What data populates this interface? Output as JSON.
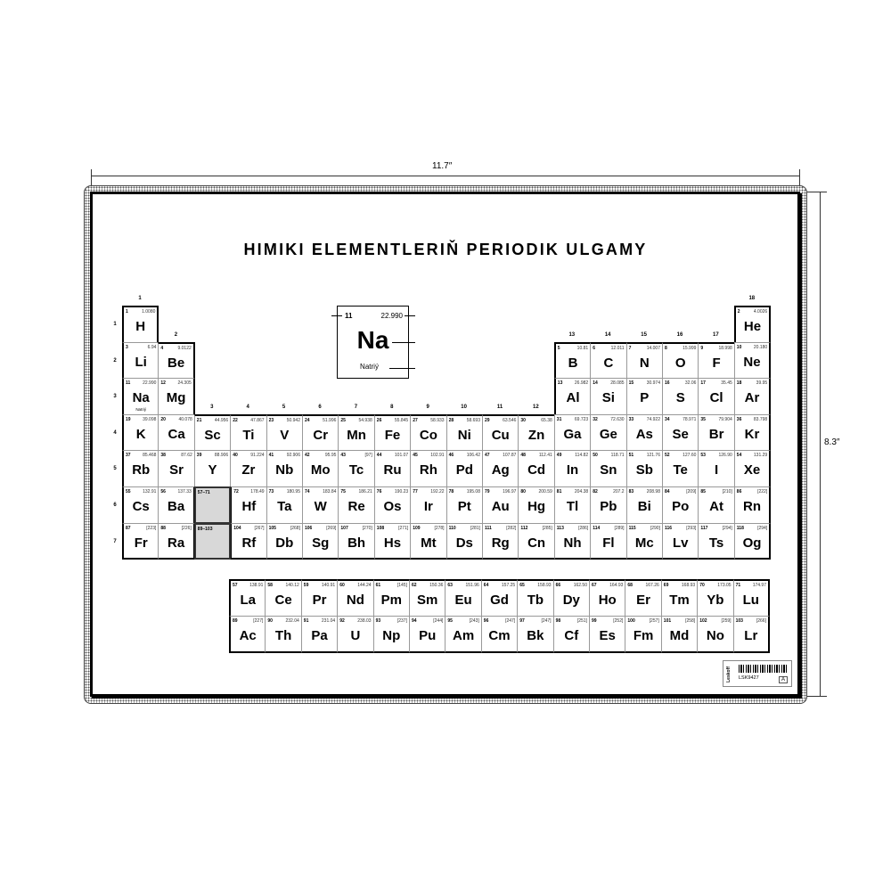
{
  "dimensions": {
    "width": "11.7″",
    "height": "8.3″"
  },
  "title": "HIMIKI ELEMENTLERIŇ PERIODIK ULGAMY",
  "legend": {
    "number": "11",
    "mass": "22.990",
    "symbol": "Na",
    "name": "Natriý"
  },
  "groups": [
    "1",
    "2",
    "3",
    "4",
    "5",
    "6",
    "7",
    "8",
    "9",
    "10",
    "11",
    "12",
    "13",
    "14",
    "15",
    "16",
    "17",
    "18"
  ],
  "periods": [
    "1",
    "2",
    "3",
    "4",
    "5",
    "6",
    "7"
  ],
  "placeholders": [
    {
      "label": "57–71",
      "period": 6,
      "group": 3
    },
    {
      "label": "89–103",
      "period": 7,
      "group": 3
    }
  ],
  "elements": [
    [
      1,
      "H",
      "1.0080",
      1,
      1
    ],
    [
      2,
      "He",
      "4.0026",
      1,
      18
    ],
    [
      3,
      "Li",
      "6.94",
      2,
      1
    ],
    [
      4,
      "Be",
      "9.0122",
      2,
      2
    ],
    [
      5,
      "B",
      "10.81",
      2,
      13
    ],
    [
      6,
      "C",
      "12.011",
      2,
      14
    ],
    [
      7,
      "N",
      "14.007",
      2,
      15
    ],
    [
      8,
      "O",
      "15.999",
      2,
      16
    ],
    [
      9,
      "F",
      "18.998",
      2,
      17
    ],
    [
      10,
      "Ne",
      "20.180",
      2,
      18
    ],
    [
      11,
      "Na",
      "22.990",
      3,
      1,
      "Natriý"
    ],
    [
      12,
      "Mg",
      "24.305",
      3,
      2
    ],
    [
      13,
      "Al",
      "26.982",
      3,
      13
    ],
    [
      14,
      "Si",
      "28.085",
      3,
      14
    ],
    [
      15,
      "P",
      "30.974",
      3,
      15
    ],
    [
      16,
      "S",
      "32.06",
      3,
      16
    ],
    [
      17,
      "Cl",
      "35.45",
      3,
      17
    ],
    [
      18,
      "Ar",
      "39.95",
      3,
      18
    ],
    [
      19,
      "K",
      "39.098",
      4,
      1
    ],
    [
      20,
      "Ca",
      "40.078",
      4,
      2
    ],
    [
      21,
      "Sc",
      "44.956",
      4,
      3
    ],
    [
      22,
      "Ti",
      "47.867",
      4,
      4
    ],
    [
      23,
      "V",
      "50.942",
      4,
      5
    ],
    [
      24,
      "Cr",
      "51.996",
      4,
      6
    ],
    [
      25,
      "Mn",
      "54.938",
      4,
      7
    ],
    [
      26,
      "Fe",
      "55.845",
      4,
      8
    ],
    [
      27,
      "Co",
      "58.933",
      4,
      9
    ],
    [
      28,
      "Ni",
      "58.693",
      4,
      10
    ],
    [
      29,
      "Cu",
      "63.546",
      4,
      11
    ],
    [
      30,
      "Zn",
      "65.38",
      4,
      12
    ],
    [
      31,
      "Ga",
      "69.723",
      4,
      13
    ],
    [
      32,
      "Ge",
      "72.630",
      4,
      14
    ],
    [
      33,
      "As",
      "74.922",
      4,
      15
    ],
    [
      34,
      "Se",
      "78.971",
      4,
      16
    ],
    [
      35,
      "Br",
      "79.904",
      4,
      17
    ],
    [
      36,
      "Kr",
      "83.798",
      4,
      18
    ],
    [
      37,
      "Rb",
      "85.468",
      5,
      1
    ],
    [
      38,
      "Sr",
      "87.62",
      5,
      2
    ],
    [
      39,
      "Y",
      "88.906",
      5,
      3
    ],
    [
      40,
      "Zr",
      "91.224",
      5,
      4
    ],
    [
      41,
      "Nb",
      "92.906",
      5,
      5
    ],
    [
      42,
      "Mo",
      "95.95",
      5,
      6
    ],
    [
      43,
      "Tc",
      "[97]",
      5,
      7
    ],
    [
      44,
      "Ru",
      "101.07",
      5,
      8
    ],
    [
      45,
      "Rh",
      "102.91",
      5,
      9
    ],
    [
      46,
      "Pd",
      "106.42",
      5,
      10
    ],
    [
      47,
      "Ag",
      "107.87",
      5,
      11
    ],
    [
      48,
      "Cd",
      "112.41",
      5,
      12
    ],
    [
      49,
      "In",
      "114.82",
      5,
      13
    ],
    [
      50,
      "Sn",
      "118.71",
      5,
      14
    ],
    [
      51,
      "Sb",
      "121.76",
      5,
      15
    ],
    [
      52,
      "Te",
      "127.60",
      5,
      16
    ],
    [
      53,
      "I",
      "126.90",
      5,
      17
    ],
    [
      54,
      "Xe",
      "131.29",
      5,
      18
    ],
    [
      55,
      "Cs",
      "132.91",
      6,
      1
    ],
    [
      56,
      "Ba",
      "137.33",
      6,
      2
    ],
    [
      72,
      "Hf",
      "178.49",
      6,
      4
    ],
    [
      73,
      "Ta",
      "180.95",
      6,
      5
    ],
    [
      74,
      "W",
      "183.84",
      6,
      6
    ],
    [
      75,
      "Re",
      "186.21",
      6,
      7
    ],
    [
      76,
      "Os",
      "190.23",
      6,
      8
    ],
    [
      77,
      "Ir",
      "192.22",
      6,
      9
    ],
    [
      78,
      "Pt",
      "195.08",
      6,
      10
    ],
    [
      79,
      "Au",
      "196.97",
      6,
      11
    ],
    [
      80,
      "Hg",
      "200.59",
      6,
      12
    ],
    [
      81,
      "Tl",
      "204.38",
      6,
      13
    ],
    [
      82,
      "Pb",
      "207.2",
      6,
      14
    ],
    [
      83,
      "Bi",
      "208.98",
      6,
      15
    ],
    [
      84,
      "Po",
      "[209]",
      6,
      16
    ],
    [
      85,
      "At",
      "[210]",
      6,
      17
    ],
    [
      86,
      "Rn",
      "[222]",
      6,
      18
    ],
    [
      87,
      "Fr",
      "[223]",
      7,
      1
    ],
    [
      88,
      "Ra",
      "[226]",
      7,
      2
    ],
    [
      104,
      "Rf",
      "[267]",
      7,
      4
    ],
    [
      105,
      "Db",
      "[268]",
      7,
      5
    ],
    [
      106,
      "Sg",
      "[269]",
      7,
      6
    ],
    [
      107,
      "Bh",
      "[270]",
      7,
      7
    ],
    [
      108,
      "Hs",
      "[271]",
      7,
      8
    ],
    [
      109,
      "Mt",
      "[278]",
      7,
      9
    ],
    [
      110,
      "Ds",
      "[281]",
      7,
      10
    ],
    [
      111,
      "Rg",
      "[282]",
      7,
      11
    ],
    [
      112,
      "Cn",
      "[285]",
      7,
      12
    ],
    [
      113,
      "Nh",
      "[286]",
      7,
      13
    ],
    [
      114,
      "Fl",
      "[289]",
      7,
      14
    ],
    [
      115,
      "Mc",
      "[290]",
      7,
      15
    ],
    [
      116,
      "Lv",
      "[293]",
      7,
      16
    ],
    [
      117,
      "Ts",
      "[294]",
      7,
      17
    ],
    [
      118,
      "Og",
      "[294]",
      7,
      18
    ]
  ],
  "lanthanides": [
    [
      57,
      "La",
      "138.91"
    ],
    [
      58,
      "Ce",
      "140.12"
    ],
    [
      59,
      "Pr",
      "140.91"
    ],
    [
      60,
      "Nd",
      "144.24"
    ],
    [
      61,
      "Pm",
      "[145]"
    ],
    [
      62,
      "Sm",
      "150.36"
    ],
    [
      63,
      "Eu",
      "151.96"
    ],
    [
      64,
      "Gd",
      "157.25"
    ],
    [
      65,
      "Tb",
      "158.93"
    ],
    [
      66,
      "Dy",
      "162.50"
    ],
    [
      67,
      "Ho",
      "164.93"
    ],
    [
      68,
      "Er",
      "167.26"
    ],
    [
      69,
      "Tm",
      "168.93"
    ],
    [
      70,
      "Yb",
      "173.05"
    ],
    [
      71,
      "Lu",
      "174.97"
    ]
  ],
  "actinides": [
    [
      89,
      "Ac",
      "[227]"
    ],
    [
      90,
      "Th",
      "232.04"
    ],
    [
      91,
      "Pa",
      "231.04"
    ],
    [
      92,
      "U",
      "238.03"
    ],
    [
      93,
      "Np",
      "[237]"
    ],
    [
      94,
      "Pu",
      "[244]"
    ],
    [
      95,
      "Am",
      "[243]"
    ],
    [
      96,
      "Cm",
      "[247]"
    ],
    [
      97,
      "Bk",
      "[247]"
    ],
    [
      98,
      "Cf",
      "[251]"
    ],
    [
      99,
      "Es",
      "[252]"
    ],
    [
      100,
      "Fm",
      "[257]"
    ],
    [
      101,
      "Md",
      "[258]"
    ],
    [
      102,
      "No",
      "[259]"
    ],
    [
      103,
      "Lr",
      "[266]"
    ]
  ],
  "product_label": {
    "brand": "Leskoff",
    "code": "LSK9427",
    "variant": "A"
  }
}
